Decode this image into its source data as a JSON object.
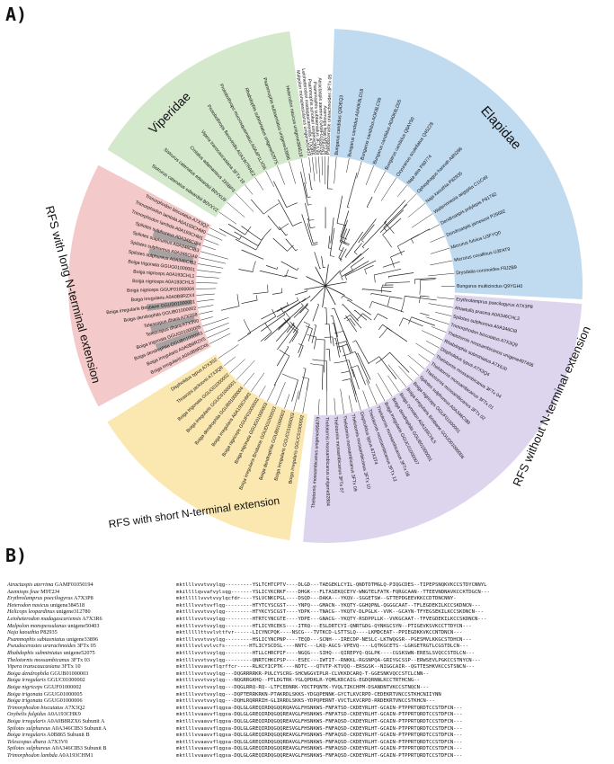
{
  "panels": {
    "a": "A)",
    "b": "B)"
  },
  "clades": [
    {
      "label": "Elapidae",
      "color": "#b9d6ee"
    },
    {
      "label": "Viperidae",
      "color": "#cfe5c6"
    },
    {
      "label": "RFS with long N-terminal extension",
      "color": "#f3c3c3"
    },
    {
      "label": "RFS with short N-terminal extension",
      "color": "#fbe6a9"
    },
    {
      "label": "RFS without N-terminal extension",
      "color": "#d9d0ec"
    }
  ],
  "leaves_elapidae": [
    "Bungarus candidus Q9DEQ3",
    "Bungarus candidus A0A0K8LD18",
    "Bungarus candidus AOK8LC99",
    "Bungarus candidus A0A0K8LD05",
    "Bungarus candidus Q8AY50",
    "Oxyuranus scutellatus Q45Z28",
    "Naja atra P60774",
    "Ophiophagus hannah A8N286",
    "Naja kaouthia P82935",
    "Walterinnesia aegyptia C1IC49",
    "Dendroaspis polylepis P81782",
    "Dendroaspis jamesoni P25682",
    "Micrurus fulvius U3FYQ0",
    "Micrurus corallinus U3FAT9",
    "Drysdalia coronoides F8J2B9",
    "Bungarus multicinctus Q9YGH0"
  ],
  "leaves_viperidae": [
    "Sistrurus catenatus edwardsii B0VXV2",
    "Sistrurus catenatus edwardsii B0VXU9",
    "Crotalus adamanteus J3SBP3",
    "Vipera transcaucasiana 3FTx 10",
    "Protobothrops flavoviridis A0A1W7RAE2",
    "Protobothrops mucrosquamatus A0A4P1LXS6",
    "Rhabdophis subminiatus unigene52075",
    "Psammophis subtaeniatus unigene33896",
    "Heterodon nasicus unigene384518"
  ],
  "leaves_top": [
    "Malpolon monspessulanus unigene50403",
    "Leioheterodon madagascariensis A7X3R6",
    "Psammophis schokari unigene36600",
    "Psammophis subtaeniatus 3FTx 05",
    "Atractaspis aterrima GAMF01050194",
    "Azemiops feae M9T2J4",
    "Pseudoceraste urarachnoides 3FTx 05"
  ],
  "leaves_long": [
    "Boiga irregularis A0A0B8RZX6",
    "Boiga irregularis A0A0B8RZX5",
    "Boiga dendrophila GGUB01000001",
    "Boiga trigonata GGUG01000005",
    "Telescopus dhara A7X3V0",
    "Telescopus dhara A7X3S8",
    "Boiga dendrophila GGUB01000002",
    "Boiga irregularis Brisbane GGUD01000001",
    "Boiga irregularis A0A0B8RZX4",
    "Boiga nigriceps GGUF01000004",
    "Boiga nigriceps A0A193CHLS",
    "Boiga nigriceps A0A193CHL1",
    "Boiga trigonata GGUG01000001",
    "Spilotes sulphureus A0A346CIB2",
    "Spilotes sulphureus A0A346CIA9",
    "Spilotes sulphureus A0A346CIB3",
    "Spilotes sulphureus A0A346CIB4",
    "Trimorphodon lambda A0A193CHM1",
    "Trimorphodon lambda A0A193CHM0",
    "Trimorphodon biscutatus A7X3Q2"
  ],
  "leaves_short": [
    "Boiga irregularis GGUC01000002",
    "Boiga irregularis GGUC01000003",
    "Boiga dendrophila GGUB01000003",
    "Boiga irregularis Brisbane GGUD01000003",
    "Boiga trigonata GGUG01000003",
    "Boiga nigriceps GGUF01000002",
    "Boiga irregularis A0A193CHM3",
    "Boiga dendrophila GGUB01000004",
    "Boiga irregularis GGUC01000001",
    "Boiga trigonata GGUG01000002",
    "Thrasops jacksonii A7X3Q8",
    "Dispholidus typus A7X3S2"
  ],
  "leaves_none": [
    "Erythrolamprus poecilogyrus A7X3P8",
    "Ahaetulla prasina A0A346CHL3",
    "Spilotes sulphureus A0A346CI8",
    "Trimorphodon biscutatus A7X3Q9",
    "Thelotornis mossambicanus unigene497406",
    "Rhabdophis subminiatus A7X6J0",
    "Dispholidus typus A7X3Q4",
    "Thelotornis mossambicanus 3FTx 04",
    "Thelotornis mossambicanus 3FTx 01",
    "Thelotornis mossambicanus 3FTx 02",
    "Spilotes sulphureus A0A346CI89",
    "Boiga nigriceps GGUF01000001",
    "Boiga irregularis Brisbane GGUD01000006",
    "Boiga cynodon A0A193CHL5",
    "Boiga dendrophila GGUB01000001",
    "Boiga irregularis GGUC01000007",
    "Thelotornis mossambicanus 3FTx 08",
    "Thelotornis mossambicanus 3FTx 12",
    "Dispholidus typus A7X3T4",
    "Thelotornis mossambicanus 3FTx 10",
    "Thelotornis mossambicanus 3FTx 09",
    "Thelotornis mossambicanus 3FTx 07",
    "Thelotornis mossambicanus unigene92804",
    "Thelotornis mossambicanus unigene495879"
  ],
  "alignment": [
    {
      "name": "Atractaspis aterrima",
      "id": " GAMF01050194",
      "seq": "mktlllvvvtvvylqg---------YSLTCHTCPTV----DLGD---TAEGEKLCYIL-QNDTDTMGLQ-PIQGCDES--TIPEPSNQKVKCCSTDYCNNYL"
    },
    {
      "name": "Azemiops feae",
      "id": " M9T2J4",
      "seq": "mkillllqvvafvylsqg-------YSLICYKCRKF----DHGK---FLTASEKQCEYV-WNGTELFATK-FQRGCAAN--TTEEVNDNAVKCCKTDGCN---"
    },
    {
      "name": "Erythrolamprus poecilogyrus",
      "id": " A7X3P8",
      "seq": "mktlllllvvvtvvylqcfdr----YSLVCNKCPGL----DSQD---DAKA---YKQV--SGGETSW--GTTEPDGEEVKKCCDTDNCNNY-"
    },
    {
      "name": "Heterodon nasicus",
      "id": " unigene384518",
      "seq": "mktlllvvvtvvflqg---------HTYTCYSCGST----YNPQ---GMACN--YKQTY-GGHQPNL-QGGGCAAT--TFLEGDEKILKCCSKDNCN---"
    },
    {
      "name": "Helicops leopardinus",
      "id": " unigene312780",
      "seq": "mktlllvvvtvvylqg---------HTYKCYSCGST----YDPK---TNACG--YKQTV-DLPGLK--VVK--GCAYN-TFYEGSEKILKCCSKDNCN---"
    },
    {
      "name": "Leioheterodon madagascariensis",
      "id": " A7X3R6",
      "seq": "mktlllvvvtvvylqg---------HTRTCYNCGTE----YDPE---GNACG--YKQTY-RSDPPLLK--VVKGCAAT--TFVEGDEKILKCCSKDNCN---"
    },
    {
      "name": "Malpolon monspessulanus",
      "id": " unigene50403",
      "seq": "mktlllvvvtvvylqg---------HTLICYRCEKS----ITRQ---ESLDRTCYI-QNRTGDG-QYNKGCSYN--PTIGEVKSVKCCTTDYCN---"
    },
    {
      "name": "Naja kaouthia",
      "id": " P82935",
      "seq": "mktlllllttvvlvttfvr------LICYNCPQK----NSCG---TVTKCD-LSTTSLQ----LKMDCEAT--PPIEGDKKVKCCNTDNCN---"
    },
    {
      "name": "Psammophis subtaeniatus",
      "id": " unigene33896",
      "seq": "mktlllvvvtvvylqg---------HSLICYNCPNP----TEQD---SCNH---IRECDP-NESLC-LKTWQGSR--PGESMVLKKGCSTDHCN---"
    },
    {
      "name": "Pseudocerastes urarachnoides",
      "id": " 3FTx 05",
      "seq": "mktlllvvlvvlvcfs--------HTLICYSCDSL----NNTC---LKQ-AGCS-VPEVQ----LQTKGCETS--LGKGETRGTLCGSTDLCN---"
    },
    {
      "name": "Rhabdophis subminiatus",
      "id": " unigene52075",
      "seq": "mktlllvvvtvvylqg---------HTLLCHRCPIF----NGQG---SIHQ---QIREPYQ-QGLPK----CGSKSWN-ERESLSVQCCSTDLCN---"
    },
    {
      "name": "Thelotornis mossambicanus",
      "id": " 3FTx 03",
      "seq": "mktlllvvvtvvylqg---------QNRTCHKCPSP----ESEC---IWTIT--RNKKL-RGSNPQA-GRIYGCSSP--ERWSEVLPGKCCSTNYCN---"
    },
    {
      "name": "Vipera transcaucasiana",
      "id": " 3FTx 10",
      "seq": "mktlllvvvavvflqrffcr-----RLKCYICPTK----NDTC---QTVTP-KTVQQ--ERSGSK--NIGGCAIR--QGTTESHKVKCCSTSNCN---"
    },
    {
      "name": "Boiga dendrophila",
      "id": " GGUB01000003",
      "seq": "mktlllvvvtvvylqg---DQGRRRRKR-PULCYSCRG-SHCWGGVIPLR-CLVKKDCARQ-T-GGESNKVQCCSTCLCNN--"
    },
    {
      "name": "Boiga irregularis",
      "id": " GGUC01000002",
      "seq": "mktlllvvvtvvylqg---NQGRRGKHQ--PTLDGTRK-YGLQPDKLR-YQMLKRCAIG-EGDQRNNLKCCTRTHCNG--"
    },
    {
      "name": "Boiga nigriceps",
      "id": " GGUF01000002",
      "seq": "mktlllvvvtvvylqg---DQGLRRQ-RQ--LTFCEDNRK-YDCTPQNTK-YVQLTIKCHPM-DSANDNTVKCCSTNQCN---"
    },
    {
      "name": "Boiga trigonata",
      "id": " GGUG01000005",
      "seq": "mktlllvvvtvvylqg---DQPTERRKRKN-PTAKRDLSKKS-YDGQPENNK-GYCTLKVCRPD-CEDEKRTVNCCSTKHCNIIYNN"
    },
    {
      "name": "Boiga trigonata",
      "id": " GGUG01000006",
      "seq": "mktlllvvvtvvylqg---DQHLRQRRRIH-GLIRRDLSKKS-YDPQPERNT-VVCTLKVCRPD-RRDEKRTVNCCSTKHCN---"
    },
    {
      "name": "Trimorphodon biscutatus",
      "id": " A7X3Q2",
      "seq": "mktlllvvaavvflqgsa-DQLGLGREQIRDQGQQRQAVGLFHSNKWS-FNFATSD-CKDEYRLHT-GCAIN-PTPPRTQRDTCCSTDFCN---"
    },
    {
      "name": "Oxybelis fulgidus",
      "id": " A0A193CHK9",
      "seq": "mktlllvvaavvflqgsa-DQLGLGREQIRDQGQQREAVGLFHSNKWS-FNFATSD-CKDEYRLHT-GCAIN-PTPPRTQRDTCCSTDFCN---"
    },
    {
      "name": "Boiga irregularis",
      "id": " A0A0B8RZX6 Subunit A",
      "seq": "mktlllvvaavvflqgsa-DQLGLGREQIRDQGQQREAVGLFHSNKWS-FNFAQSD-CKDEYRLHT-GCAIN-PTPPRTQRDTCCSTDFCN---"
    },
    {
      "name": "Spilotes sulphureus",
      "id": " A0A346CIB3 Subunit A",
      "seq": "mktlllvvaavvflqgsa-DQLGLGREQIRDQGQQRESVGLFHSNKWS-FNFAQSD-CKDEYRLHT-GCAIN-PTPPRTQRDTCCSTDFCN---"
    },
    {
      "name": "Boiga irregularis",
      "id": " A0B865 Subunit B",
      "seq": "mktlllvvaavvflqgsa-DQLGLGREQIRDQGQQREAVGLFHSNKWS-FNFAQSD-CKDEYRLHT-GCAIN-PTPPRTQRDTCCSTDFCN---"
    },
    {
      "name": "Telescopus dhara",
      "id": " A7X3V0",
      "seq": "mktlllvvaavvflqgsa-DQLGLGREQIRDQGQQRDAVGLFHSNKWS-FNFAQSD-CKDEYRLHT-GCAIN-PTPPRTQRDTCCSTDFCN---"
    },
    {
      "name": "Spilotes sulphureus",
      "id": " A0A346CIB3 Subunit B",
      "seq": "mktlllvvaavvflqgsa-DQLGLGREQIRDQGQQREAVGLFHSNKWS-FNFAQSD-CKDEYRLHT-GCAIN-PTPPRTQRDTCCSTDFCN---"
    },
    {
      "name": "Trimorphodon lambda",
      "id": " A0A193CHM1",
      "seq": "mktlllvvaavvflqgsa-DQLGLGREQIRDQGQQREAVGLFHSNKWS-FNFAQSD-CKDEYRLHT-GCAIN-PTPPRTQRDTCCSTDFCN---"
    }
  ]
}
